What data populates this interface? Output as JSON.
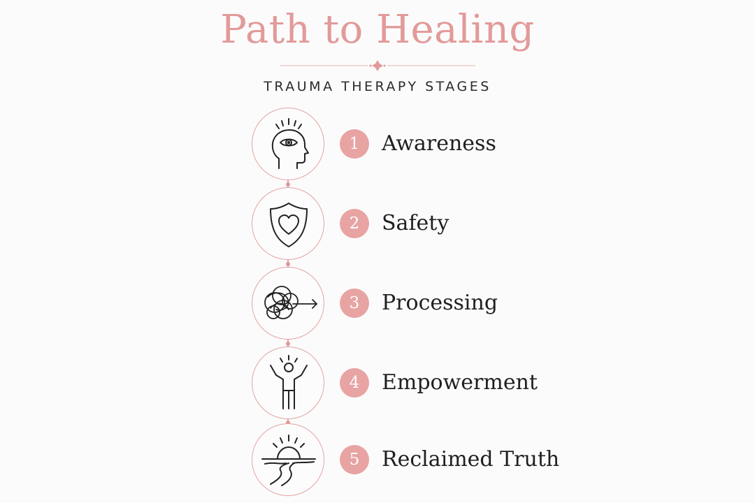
{
  "header": {
    "title": "Path to Healing",
    "subtitle": "TRAUMA THERAPY STAGES"
  },
  "colors": {
    "accent": "#e29a9a",
    "badge": "#e8a3a3",
    "text": "#1f1f1f",
    "background": "#fcfbfb"
  },
  "stages": [
    {
      "number": "1",
      "label": "Awareness",
      "icon": "head-eye-icon"
    },
    {
      "number": "2",
      "label": "Safety",
      "icon": "shield-heart-icon"
    },
    {
      "number": "3",
      "label": "Processing",
      "icon": "tangle-arrow-icon"
    },
    {
      "number": "4",
      "label": "Empowerment",
      "icon": "raised-arms-figure-icon"
    },
    {
      "number": "5",
      "label": "Reclaimed Truth",
      "icon": "sunrise-path-icon"
    }
  ]
}
